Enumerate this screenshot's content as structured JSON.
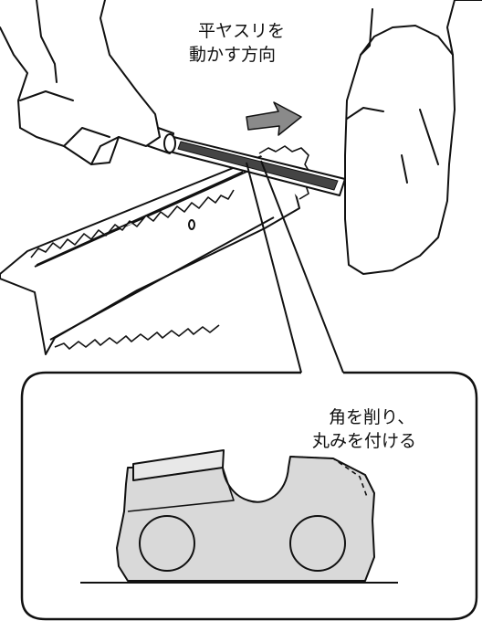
{
  "annotations": {
    "file_direction_line1": "平ヤスリを",
    "file_direction_line2": "動かす方向",
    "rounding_line1": "角を削り、",
    "rounding_line2": "丸みを付ける"
  },
  "colors": {
    "outline": "#111111",
    "chain_link_fill": "#d9d9d9",
    "direction_arrow_fill": "#8a8a8a",
    "background": "#ffffff"
  }
}
